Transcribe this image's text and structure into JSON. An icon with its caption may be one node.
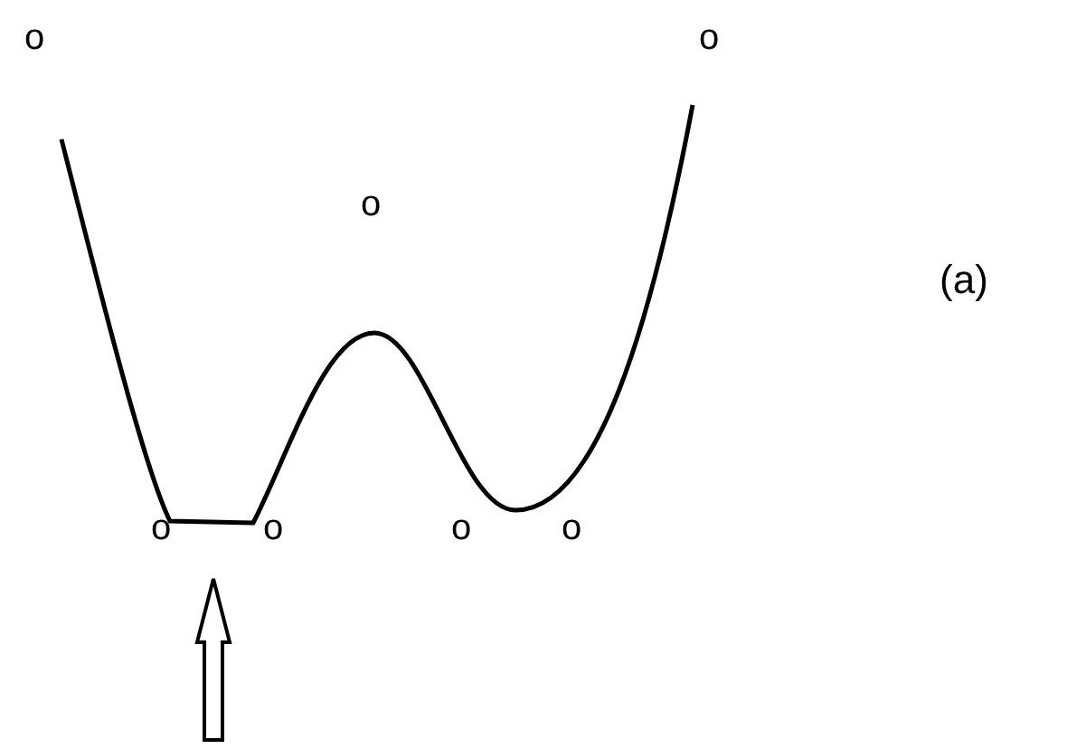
{
  "diagram": {
    "labels": [
      "o",
      "o",
      "o",
      "(a)",
      "o",
      "o",
      "o",
      "o"
    ]
  }
}
